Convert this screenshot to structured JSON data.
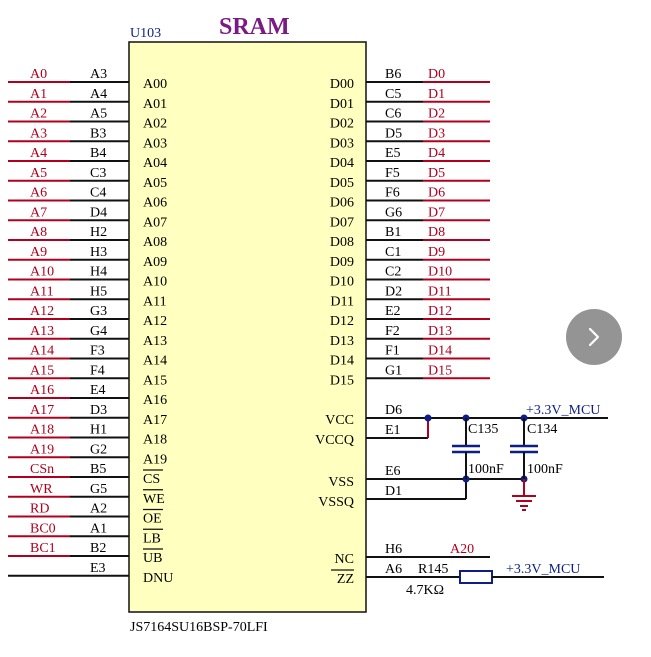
{
  "chip": {
    "ref": "U103",
    "title": "SRAM",
    "part": "JS7164SU16BSP-70LFI"
  },
  "left_pins": [
    {
      "net": "A0",
      "ball": "A3",
      "pin": "A00"
    },
    {
      "net": "A1",
      "ball": "A4",
      "pin": "A01"
    },
    {
      "net": "A2",
      "ball": "A5",
      "pin": "A02"
    },
    {
      "net": "A3",
      "ball": "B3",
      "pin": "A03"
    },
    {
      "net": "A4",
      "ball": "B4",
      "pin": "A04"
    },
    {
      "net": "A5",
      "ball": "C3",
      "pin": "A05"
    },
    {
      "net": "A6",
      "ball": "C4",
      "pin": "A06"
    },
    {
      "net": "A7",
      "ball": "D4",
      "pin": "A07"
    },
    {
      "net": "A8",
      "ball": "H2",
      "pin": "A08"
    },
    {
      "net": "A9",
      "ball": "H3",
      "pin": "A09"
    },
    {
      "net": "A10",
      "ball": "H4",
      "pin": "A10"
    },
    {
      "net": "A11",
      "ball": "H5",
      "pin": "A11"
    },
    {
      "net": "A12",
      "ball": "G3",
      "pin": "A12"
    },
    {
      "net": "A13",
      "ball": "G4",
      "pin": "A13"
    },
    {
      "net": "A14",
      "ball": "F3",
      "pin": "A14"
    },
    {
      "net": "A15",
      "ball": "F4",
      "pin": "A15"
    },
    {
      "net": "A16",
      "ball": "E4",
      "pin": "A16"
    },
    {
      "net": "A17",
      "ball": "D3",
      "pin": "A17"
    },
    {
      "net": "A18",
      "ball": "H1",
      "pin": "A18"
    },
    {
      "net": "A19",
      "ball": "G2",
      "pin": "A19"
    },
    {
      "net": "CSn",
      "ball": "B5",
      "pin": "CS"
    },
    {
      "net": "WR",
      "ball": "G5",
      "pin": "WE"
    },
    {
      "net": "RD",
      "ball": "A2",
      "pin": "OE"
    },
    {
      "net": "BC0",
      "ball": "A1",
      "pin": "LB"
    },
    {
      "net": "BC1",
      "ball": "B2",
      "pin": "UB"
    },
    {
      "net": "",
      "ball": "E3",
      "pin": "DNU"
    }
  ],
  "right_data_pins": [
    {
      "pin": "D00",
      "ball": "B6",
      "net": "D0"
    },
    {
      "pin": "D01",
      "ball": "C5",
      "net": "D1"
    },
    {
      "pin": "D02",
      "ball": "C6",
      "net": "D2"
    },
    {
      "pin": "D03",
      "ball": "D5",
      "net": "D3"
    },
    {
      "pin": "D04",
      "ball": "E5",
      "net": "D4"
    },
    {
      "pin": "D05",
      "ball": "F5",
      "net": "D5"
    },
    {
      "pin": "D06",
      "ball": "F6",
      "net": "D6"
    },
    {
      "pin": "D07",
      "ball": "G6",
      "net": "D7"
    },
    {
      "pin": "D08",
      "ball": "B1",
      "net": "D8"
    },
    {
      "pin": "D09",
      "ball": "C1",
      "net": "D9"
    },
    {
      "pin": "D10",
      "ball": "C2",
      "net": "D10"
    },
    {
      "pin": "D11",
      "ball": "D2",
      "net": "D11"
    },
    {
      "pin": "D12",
      "ball": "E2",
      "net": "D12"
    },
    {
      "pin": "D13",
      "ball": "F2",
      "net": "D13"
    },
    {
      "pin": "D14",
      "ball": "F1",
      "net": "D14"
    },
    {
      "pin": "D15",
      "ball": "G1",
      "net": "D15"
    }
  ],
  "power_pins": [
    {
      "pin": "VCC",
      "ball": "D6"
    },
    {
      "pin": "VCCQ",
      "ball": "E1"
    },
    {
      "pin": "VSS",
      "ball": "E6"
    },
    {
      "pin": "VSSQ",
      "ball": "D1"
    }
  ],
  "misc_pins": [
    {
      "pin": "NC",
      "ball": "H6",
      "net": "A20"
    },
    {
      "pin": "ZZ",
      "ball": "A6",
      "net": ""
    }
  ],
  "capacitors": [
    {
      "ref": "C135",
      "value": "100nF"
    },
    {
      "ref": "C134",
      "value": "100nF"
    }
  ],
  "resistor": {
    "ref": "R145",
    "value": "4.7KΩ"
  },
  "supply_net": "+3.3V_MCU",
  "colors": {
    "chip_fill": "#ffffc0",
    "wire": "#111111",
    "net_label": "#b0001e",
    "designator": "#0d1f86",
    "title": "#7a1a82",
    "junction": "#0d1f86",
    "ground": "#b0001e"
  },
  "nav": {
    "icon": "chevron-right-icon"
  }
}
